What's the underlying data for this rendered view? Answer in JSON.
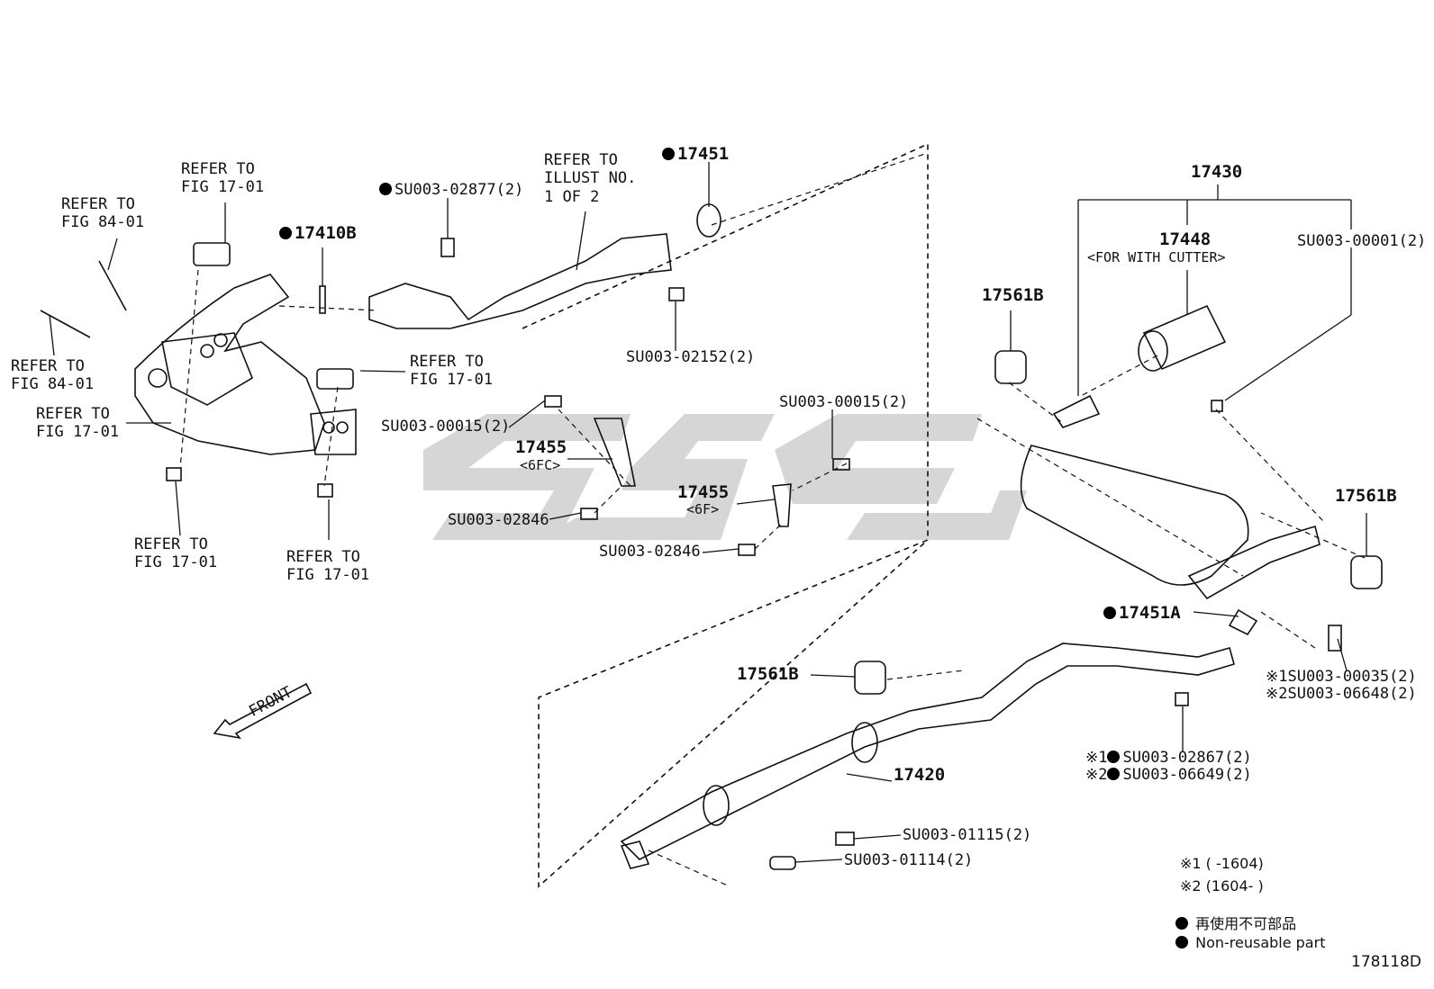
{
  "labels": {
    "refer_fig_84_01_a": "REFER TO\nFIG 84-01",
    "refer_fig_17_01_a": "REFER TO\nFIG 17-01",
    "refer_fig_84_01_b": "REFER TO\nFIG 84-01",
    "refer_fig_17_01_b": "REFER TO\nFIG 17-01",
    "refer_fig_17_01_c": "REFER TO\nFIG 17-01",
    "refer_fig_17_01_d": "REFER TO\nFIG 17-01",
    "refer_fig_17_01_e": "REFER TO\nFIG 17-01",
    "refer_illust": "REFER TO\nILLUST NO.\n1 OF 2",
    "part_17410b": "17410B",
    "part_su003_02877": "SU003-02877(2)",
    "part_17451": "17451",
    "part_su003_02152": "SU003-02152(2)",
    "part_su003_00015_a": "SU003-00015(2)",
    "part_su003_00015_b": "SU003-00015(2)",
    "part_17455_a": "17455",
    "sub_17455_a": "<6FC>",
    "part_17455_b": "17455",
    "sub_17455_b": "<6F>",
    "part_su003_02846_a": "SU003-02846",
    "part_su003_02846_b": "SU003-02846",
    "part_17430": "17430",
    "part_17448": "17448",
    "sub_17448": "<FOR WITH CUTTER>",
    "part_su003_00001": "SU003-00001(2)",
    "part_17561b_a": "17561B",
    "part_17561b_b": "17561B",
    "part_17561b_c": "17561B",
    "part_17451a": "17451A",
    "part_su003_00035": "※1SU003-00035(2)",
    "part_su003_06648": "※2SU003-06648(2)",
    "part_su003_02867": "SU003-02867(2)",
    "part_su003_06649": "SU003-06649(2)",
    "mark1": "※1",
    "mark2": "※2",
    "part_17420": "17420",
    "part_su003_01115": "SU003-01115(2)",
    "part_su003_01114": "SU003-01114(2)",
    "front": "FRONT"
  },
  "legend": {
    "note1": "※1 (       -1604)",
    "note2": "※2 (1604-       )",
    "nonreusable_jp": "再使用不可部品",
    "nonreusable_en": "Non-reusable part"
  },
  "figure_code": "178118D",
  "colors": {
    "line": "#111111",
    "watermark": "#c8c8c8"
  }
}
